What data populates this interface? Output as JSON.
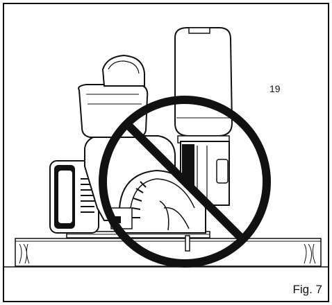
{
  "figure": {
    "reference_number": "19",
    "caption": "Fig. 7"
  },
  "icons": {
    "prohibition": "prohibition-icon",
    "tool": "circular-saw-illustration"
  },
  "colors": {
    "ink": "#111111",
    "paper": "#ffffff"
  }
}
